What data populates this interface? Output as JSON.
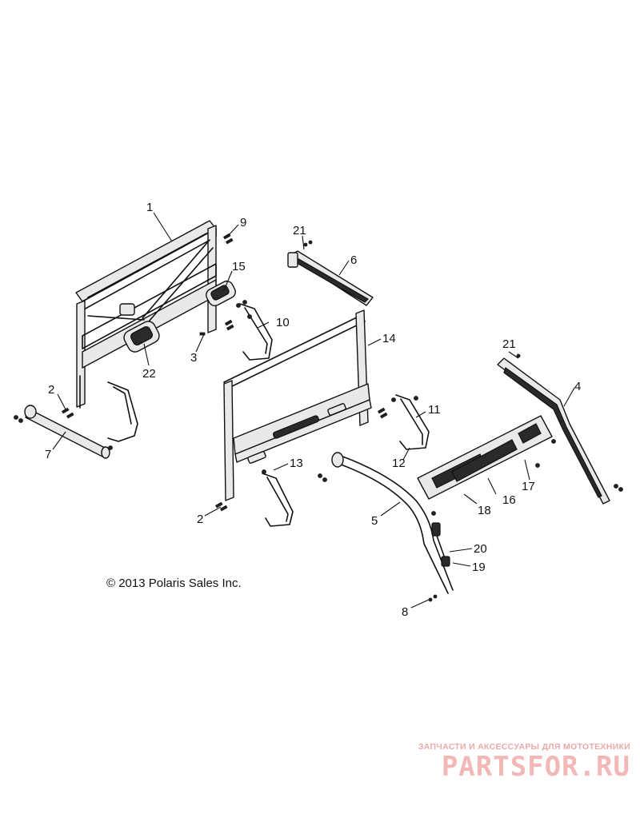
{
  "copyright": "© 2013 Polaris Sales Inc.",
  "watermark": {
    "tagline": "ЗАПЧАСТИ И АКСЕССУАРЫ ДЛЯ МОТОТЕХНИКИ",
    "brand": "PARTSFOR.RU"
  },
  "callouts": {
    "c1": "1",
    "c2a": "2",
    "c2b": "2",
    "c3": "3",
    "c4": "4",
    "c5": "5",
    "c6": "6",
    "c7": "7",
    "c8": "8",
    "c9": "9",
    "c10": "10",
    "c11": "11",
    "c12": "12",
    "c13": "13",
    "c14": "14",
    "c15": "15",
    "c16": "16",
    "c17": "17",
    "c18": "18",
    "c19": "19",
    "c20": "20",
    "c21a": "21",
    "c21b": "21",
    "c22": "22"
  },
  "colors": {
    "ink": "#111111",
    "watermark": "#f2b8b8"
  }
}
